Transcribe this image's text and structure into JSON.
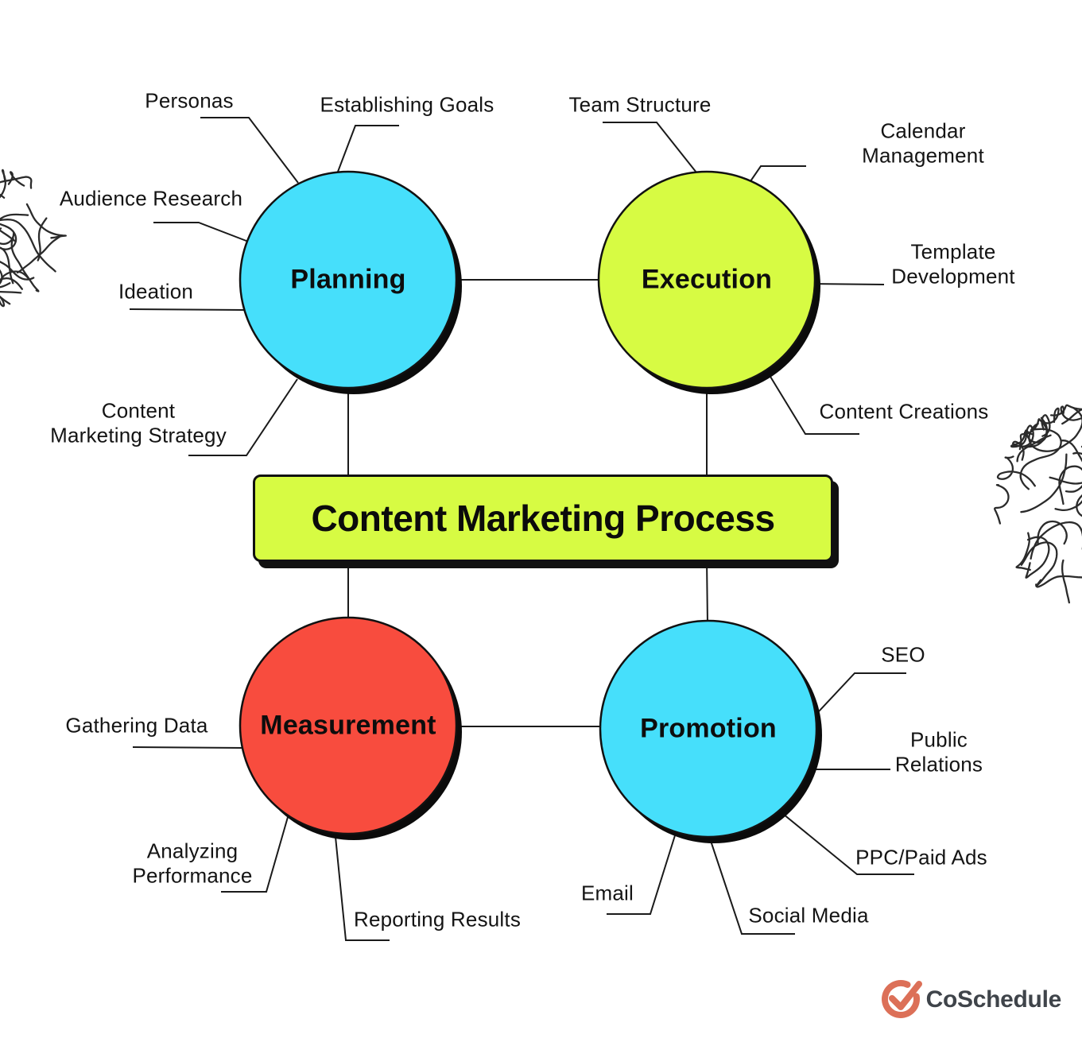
{
  "title": {
    "text": "Content Marketing Process",
    "bg": "#D7FB43"
  },
  "nodes": {
    "planning": {
      "label": "Planning",
      "color": "#46DFFB"
    },
    "execution": {
      "label": "Execution",
      "color": "#D7FB43"
    },
    "measurement": {
      "label": "Measurement",
      "color": "#F84C3E"
    },
    "promotion": {
      "label": "Promotion",
      "color": "#46DFFB"
    }
  },
  "callouts": {
    "personas": "Personas",
    "establishing_goals": "Establishing Goals",
    "audience_research": "Audience Research",
    "ideation": "Ideation",
    "content_marketing_strategy": "Content\nMarketing Strategy",
    "team_structure": "Team Structure",
    "calendar_management": "Calendar Management",
    "template_development": "Template Development",
    "content_creations": "Content Creations",
    "gathering_data": "Gathering Data",
    "analyzing_performance": "Analyzing\nPerformance",
    "reporting_results": "Reporting Results",
    "seo": "SEO",
    "public_relations": "Public Relations",
    "ppc_paid_ads": "PPC/Paid Ads",
    "social_media": "Social Media",
    "email": "Email"
  },
  "colors": {
    "ink": "#1a1a1a",
    "shadow": "#0b0b0b"
  },
  "logo": {
    "text": "CoSchedule",
    "icon_color": "#DC7058",
    "text_color": "#3F444A"
  }
}
